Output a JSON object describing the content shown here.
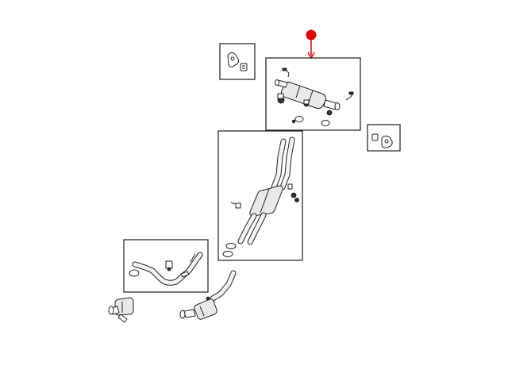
{
  "diagram": {
    "marker": {
      "color": "#e00000"
    },
    "line_color": "#1a1a1a",
    "groups": [
      {
        "id": "clamp-detail-top-left"
      },
      {
        "id": "muffler-assembly"
      },
      {
        "id": "clamp-detail-right"
      },
      {
        "id": "intermediate-pipe-assembly"
      },
      {
        "id": "front-pipe-assembly"
      },
      {
        "id": "catalytic-converter-left"
      },
      {
        "id": "catalytic-converter-right"
      }
    ]
  }
}
